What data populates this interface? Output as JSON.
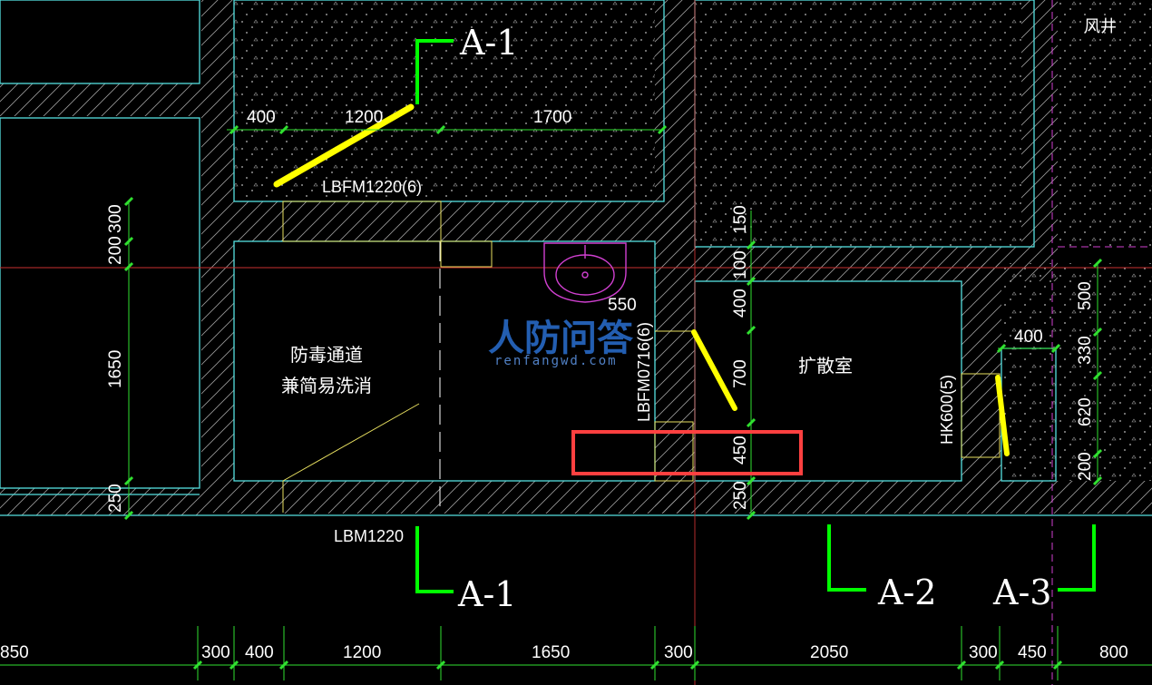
{
  "rooms": {
    "decon_line1": "防毒通道",
    "decon_line2": "兼简易洗消",
    "expansion": "扩散室",
    "air_shaft": "风井"
  },
  "doors": {
    "top_door": "LBFM1220(6)",
    "bottom_door": "LBM1220",
    "inner_door": "LBFM0716(6)",
    "vent_hole": "HK600(5)"
  },
  "sections": {
    "a1_top": "A-1",
    "a1_bottom": "A-1",
    "a2": "A-2",
    "a3": "A-3"
  },
  "dims_top": [
    "400",
    "1200",
    "1700"
  ],
  "dims_left": [
    "300",
    "200",
    "1650",
    "250"
  ],
  "dims_mid": [
    "150",
    "100",
    "400",
    "700",
    "450",
    "250"
  ],
  "dim_550": "550",
  "dim_400_right": "400",
  "dims_right": [
    "500",
    "330",
    "620",
    "200"
  ],
  "dims_bottom": [
    "850",
    "300",
    "400",
    "1200",
    "1650",
    "300",
    "2050",
    "300",
    "450",
    "800"
  ],
  "watermark": {
    "main": "人防问答",
    "sub": "renfangwd.com"
  },
  "highlight_color": "#ff4040",
  "door_color": "#ffff00",
  "section_color": "#00ff00"
}
